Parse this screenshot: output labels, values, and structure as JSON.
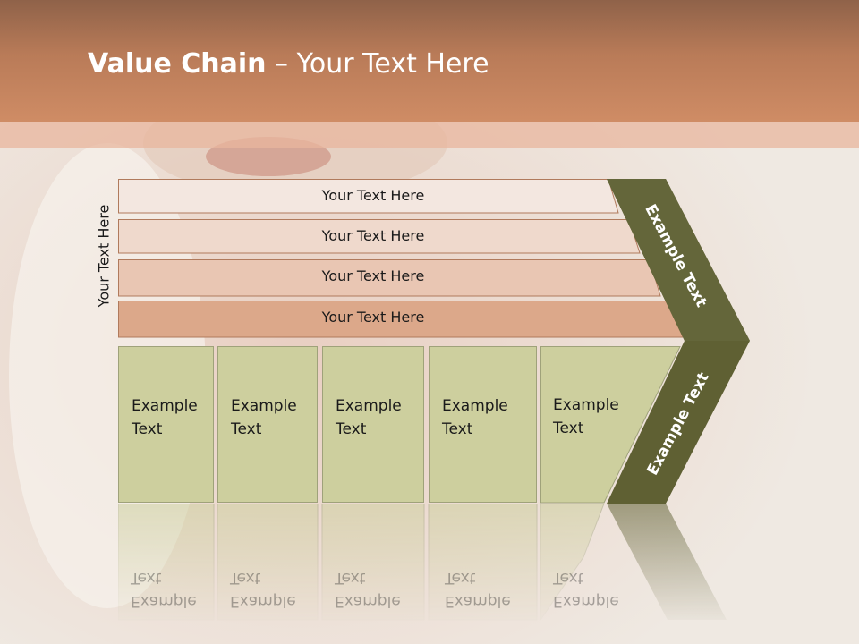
{
  "slide": {
    "title_bold": "Value Chain",
    "title_rest": " – Your Text Here",
    "side_label": "Your Text Here"
  },
  "rows": [
    {
      "label": "Your Text Here",
      "fill": "#f3e7e0"
    },
    {
      "label": "Your Text Here",
      "fill": "#efd9cc"
    },
    {
      "label": "Your Text Here",
      "fill": "#e9c6b3"
    },
    {
      "label": "Your Text Here",
      "fill": "#dca88a"
    }
  ],
  "boxes": [
    {
      "label": "Example\nText"
    },
    {
      "label": "Example\nText"
    },
    {
      "label": "Example\nText"
    },
    {
      "label": "Example\nText"
    },
    {
      "label": "Example\nText"
    }
  ],
  "chevron": {
    "upper_label": "Example Text",
    "lower_label": "Example Text",
    "color": "#5f6033"
  },
  "colors": {
    "header": "#c7835d",
    "box_fill": "#cdcf9e",
    "row_border": "#b07a5c"
  }
}
